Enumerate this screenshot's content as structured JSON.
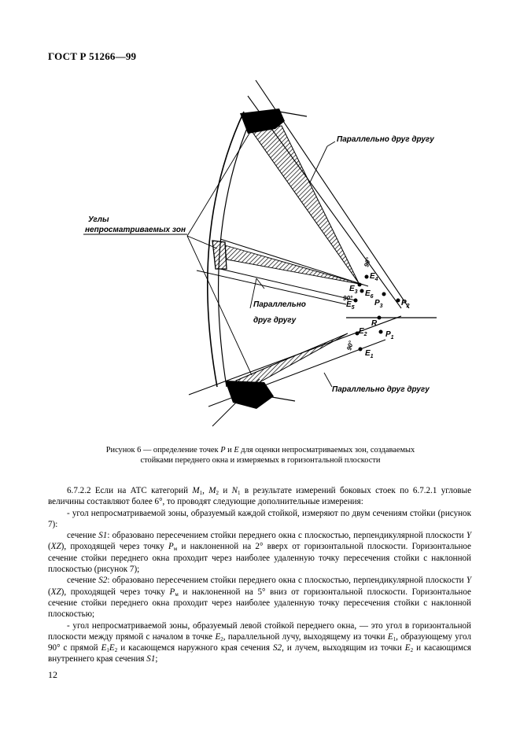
{
  "header": {
    "standard": "ГОСТ Р 51266—99"
  },
  "figure": {
    "labels": {
      "parallel_top": "Параллельно друг другу",
      "angles_line1": "Углы",
      "angles_line2": "непросматриваемых зон",
      "parallel_mid_line1": "Параллельно",
      "parallel_mid_line2": "друг другу",
      "parallel_bottom": "Параллельно друг другу",
      "e4": "E",
      "e4_sub": "4",
      "e3": "E",
      "e3_sub": "3",
      "e6": "E",
      "e6_sub": "6",
      "e5": "E",
      "e5_sub": "5",
      "p3": "P",
      "p3_sub": "3",
      "p2": "P",
      "p2_sub": "2",
      "r": "R",
      "e2": "E",
      "e2_sub": "2",
      "p1": "P",
      "p1_sub": "1",
      "e1": "E",
      "e1_sub": "1",
      "angle_90_a": "90°",
      "angle_90_b": "90°",
      "angle_90_c": "90°"
    }
  },
  "caption": {
    "line1_prefix": "Рисунок 6 — определение точек ",
    "line1_p": "P",
    "line1_and": " и ",
    "line1_e": "E",
    "line1_suffix": " для оценки непросматриваемых зон, создаваемых",
    "line2": "стойками переднего окна и измеряемых в горизонтальной плоскости"
  },
  "body": {
    "p1_a": "6.7.2.2 Если на АТС категорий ",
    "p1_m1": "M",
    "p1_m1_sub": "1",
    "p1_b": ", ",
    "p1_m2": "M",
    "p1_m2_sub": "2",
    "p1_c": " и ",
    "p1_n1": "N",
    "p1_n1_sub": "1",
    "p1_d": " в результате измерений боковых стоек по 6.7.2.1 угловые величины составляют более 6°, то проводят следующие дополнительные измерения:",
    "p2": "- угол непросматриваемой зоны, образуемый каждой стойкой, измеряют по двум сечениям стойки (рисунок 7):",
    "p3_a": "сечение ",
    "p3_s1": "S1",
    "p3_b": ": образовано пересечением стойки переднего окна с плоскостью, перпендикулярной плоскости ",
    "p3_y": "Y",
    "p3_c": " (",
    "p3_xz": "XZ",
    "p3_d": "), проходящей через точку ",
    "p3_pm": "P",
    "p3_pm_sub": "м",
    "p3_e": " и наклоненной на 2° вверх от горизонтальной плоскости. Горизонтальное сечение стойки переднего окна проходит через наиболее удаленную точку пересечения стойки с наклонной плоскостью (рисунок 7);",
    "p4_a": "сечение ",
    "p4_s2": "S2",
    "p4_b": ": образовано пересечением стойки переднего окна с плоскостью, перпендикулярной плоскости ",
    "p4_y": "Y",
    "p4_c": " (",
    "p4_xz": "XZ",
    "p4_d": "), проходящей через точку ",
    "p4_pm": "P",
    "p4_pm_sub": "м",
    "p4_e": " и наклоненной на 5° вниз от горизонтальной плоскости. Горизонтальное сечение стойки переднего окна проходит через наиболее удаленную точку пересечения стойки с наклонной плоскостью;",
    "p5_a": "- угол непросматриваемой зоны, образуемый левой стойкой переднего окна, — это угол в горизонтальной плоскости между прямой с началом в точке ",
    "p5_e2": "E",
    "p5_e2_sub": "2",
    "p5_b": ", параллельной лучу, выходящему из точки ",
    "p5_e1": "E",
    "p5_e1_sub": "1",
    "p5_c": ", образующему угол 90° с прямой ",
    "p5_e1b": "E",
    "p5_e1b_sub": "1",
    "p5_e2b": "E",
    "p5_e2b_sub": "2",
    "p5_d": " и касающемся наружного края сечения ",
    "p5_s2": "S2",
    "p5_e": ", и лучем, выходящим из точки ",
    "p5_e2c": "E",
    "p5_e2c_sub": "2",
    "p5_f": " и касающимся внутреннего края сечения ",
    "p5_s1": "S1",
    "p5_g": ";"
  },
  "page_number": "12"
}
